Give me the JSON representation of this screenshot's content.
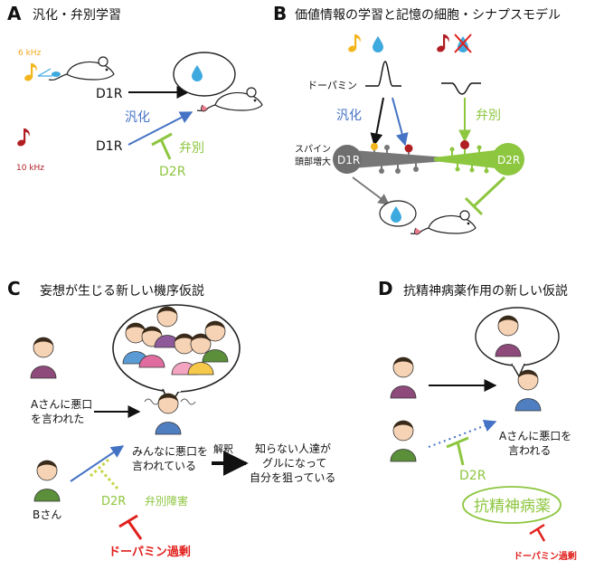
{
  "colors": {
    "black": "#111111",
    "blue": "#4472c4",
    "green": "#8dc63f",
    "red": "#e0201c",
    "dark_red": "#b01e23",
    "yellow": "#f2b51c",
    "water": "#3ea9df",
    "gray": "#777777"
  },
  "panel_a": {
    "letter": "A",
    "title": "汎化・弁別学習",
    "tone_high": "6 kHz",
    "tone_low": "10 kHz",
    "d1r_top": "D1R",
    "d1r_bottom": "D1R",
    "generalization": "汎化",
    "discrimination": "弁別",
    "d2r": "D2R"
  },
  "panel_b": {
    "letter": "B",
    "title": "価値情報の学習と記憶の細胞・シナプスモデル",
    "dopamine": "ドーパミン",
    "generalization": "汎化",
    "discrimination": "弁別",
    "spine_line1": "スパイン",
    "spine_line2": "頭部増大",
    "d1r": "D1R",
    "d2r": "D2R"
  },
  "panel_c": {
    "letter": "C",
    "title": "妄想が生じる新しい機序仮説",
    "said_line1": "Aさんに悪口",
    "said_line2": "を言われた",
    "everyone_line1": "みんなに悪口を",
    "everyone_line2": "言われている",
    "interpretation": "解釈",
    "conclusion_line1": "知らない人達が",
    "conclusion_line2": "グルになって",
    "conclusion_line3": "自分を狙っている",
    "person_b": "Bさん",
    "d2r": "D2R",
    "disorder": "弁別障害",
    "dopamine_excess": "ドーパミン過剰"
  },
  "panel_d": {
    "letter": "D",
    "title": "抗精神病薬作用の新しい仮説",
    "said_line1": "Aさんに悪口を",
    "said_line2": "言われる",
    "d2r": "D2R",
    "drug": "抗精神病薬",
    "dopamine_excess": "ドーパミン過剰"
  }
}
